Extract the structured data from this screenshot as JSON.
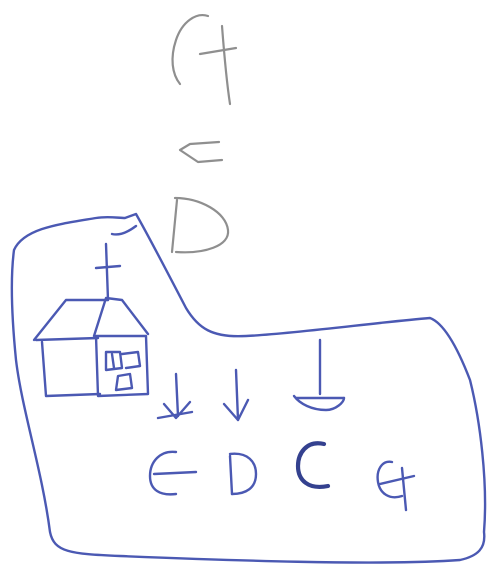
{
  "sketch": {
    "pencil_letters": [
      "G",
      "C",
      "D"
    ],
    "ink_letters": [
      "G",
      "D",
      "C",
      "G"
    ]
  },
  "colors": {
    "background": "#ffffff",
    "pencil": "#8f8f8f",
    "ink": "#4b59b3",
    "ink_bold": "#34418f"
  }
}
